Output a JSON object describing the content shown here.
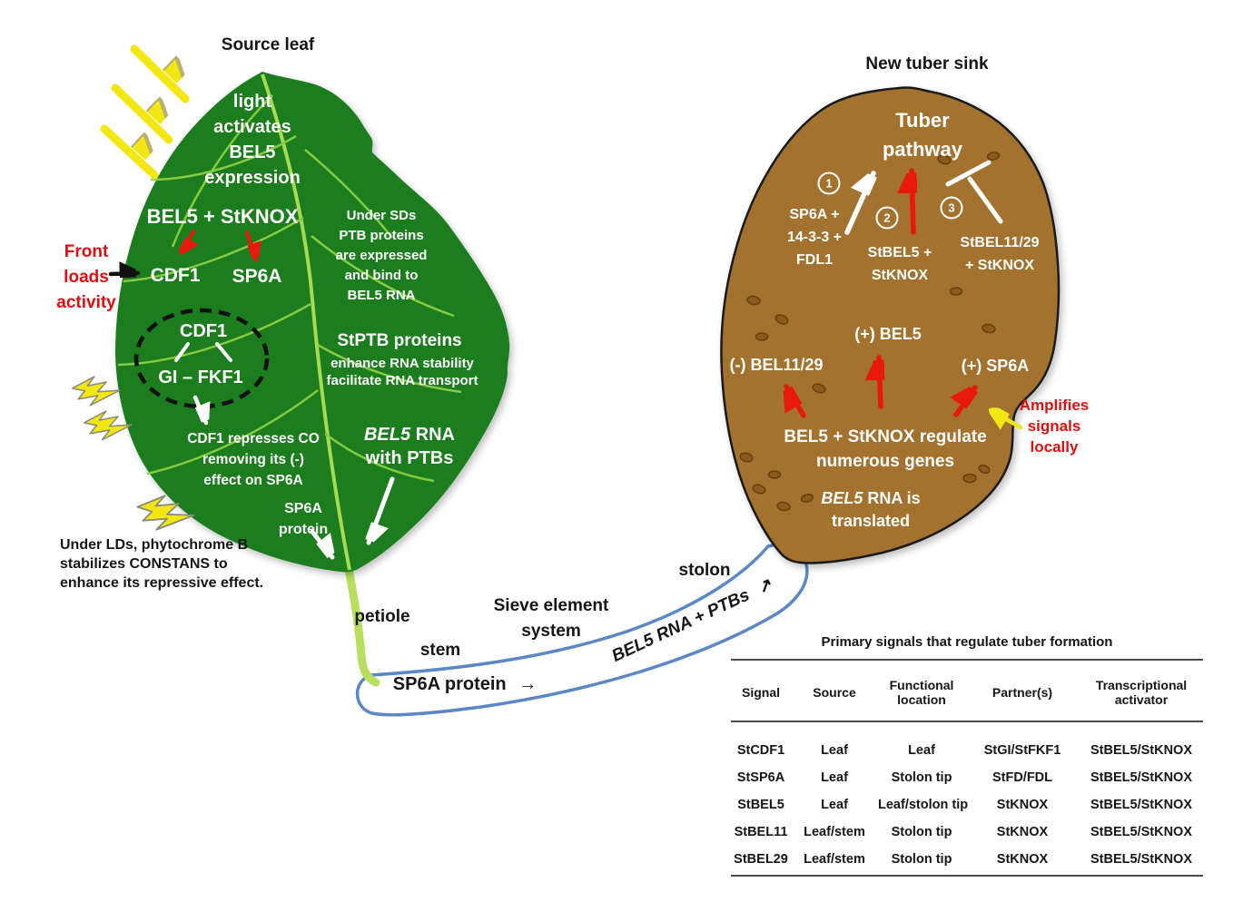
{
  "titles": {
    "source_leaf": "Source leaf",
    "new_tuber_sink": "New tuber sink"
  },
  "colors": {
    "leaf_green": "#1b7d1d",
    "vein_green": "#8ccf44",
    "petiole_green": "#b8e05e",
    "tuber_brown": "#a2722e",
    "spot_brown": "#8a5a1f",
    "tube_blue": "#5b87c5",
    "accent_red": "#dd0f0f",
    "sun_yellow": "#f2e713"
  },
  "leaf": {
    "light_lines": [
      "light",
      "activates",
      "BEL5",
      "expression"
    ],
    "bel5_stknox": "BEL5 + StKNOX",
    "cdf1": "CDF1",
    "sp6a": "SP6A",
    "front_loads": [
      "Front",
      "loads",
      "activity"
    ],
    "ellipse": {
      "top": "CDF1",
      "bottom": "GI – FKF1"
    },
    "represses": [
      "CDF1 represses CO",
      "removing its (-)",
      "effect on SP6A"
    ],
    "sp6a_protein": [
      "SP6A",
      "protein"
    ],
    "under_lds": [
      "Under LDs, phytochrome B",
      "stabilizes CONSTANS to",
      "enhance its repressive effect."
    ],
    "under_sds": [
      "Under SDs",
      "PTB proteins",
      "are expressed",
      "and bind to",
      "BEL5 RNA"
    ],
    "stptb_title": "StPTB proteins",
    "stptb_lines": [
      "enhance RNA stability",
      "facilitate RNA transport"
    ],
    "bel5_rna": {
      "italic": "BEL5",
      "rest": " RNA",
      "line2": "with PTBs"
    }
  },
  "transport": {
    "petiole": "petiole",
    "stem": "stem",
    "sieve_lines": [
      "Sieve element",
      "system"
    ],
    "stolon": "stolon",
    "sp6a_protein": "SP6A protein",
    "sp6a_arrow": "→",
    "bel5_rna_ptbs": "BEL5 RNA + PTBs",
    "bel5_arrow": "↗"
  },
  "tuber": {
    "pathway_lines": [
      "Tuber",
      "pathway"
    ],
    "complexes": [
      {
        "number": "1",
        "lines": [
          "SP6A +",
          "14-3-3 +",
          "FDL1"
        ]
      },
      {
        "number": "2",
        "lines": [
          "StBEL5 +",
          "StKNOX"
        ]
      },
      {
        "number": "3",
        "lines": [
          "StBEL11/29",
          "+ StKNOX"
        ]
      }
    ],
    "minus_bel1129": "(-) BEL11/29",
    "plus_bel5": "(+) BEL5",
    "plus_sp6a": "(+) SP6A",
    "regulate_lines": [
      "BEL5 + StKNOX regulate",
      "numerous genes"
    ],
    "translated": {
      "italic": "BEL5",
      "rest": " RNA is",
      "line2": "translated"
    },
    "amplifies": [
      "Amplifies",
      "signals",
      "locally"
    ]
  },
  "table": {
    "title": "Primary signals that regulate tuber formation",
    "columns": [
      "Signal",
      "Source",
      "Functional location",
      "Partner(s)",
      "Transcriptional activator"
    ],
    "rows": [
      [
        "StCDF1",
        "Leaf",
        "Leaf",
        "StGI/StFKF1",
        "StBEL5/StKNOX"
      ],
      [
        "StSP6A",
        "Leaf",
        "Stolon tip",
        "StFD/FDL",
        "StBEL5/StKNOX"
      ],
      [
        "StBEL5",
        "Leaf",
        "Leaf/stolon tip",
        "StKNOX",
        "StBEL5/StKNOX"
      ],
      [
        "StBEL11",
        "Leaf/stem",
        "Stolon tip",
        "StKNOX",
        "StBEL5/StKNOX"
      ],
      [
        "StBEL29",
        "Leaf/stem",
        "Stolon tip",
        "StKNOX",
        "StBEL5/StKNOX"
      ]
    ]
  }
}
